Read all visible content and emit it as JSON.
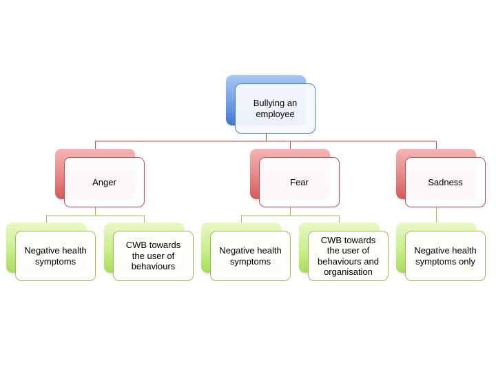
{
  "diagram": {
    "root": {
      "label": "Bullying an employee"
    },
    "emotions": [
      {
        "label": "Anger",
        "outcomes": [
          {
            "label": "Negative health symptoms"
          },
          {
            "label": "CWB towards the user of behaviours"
          }
        ]
      },
      {
        "label": "Fear",
        "outcomes": [
          {
            "label": "Negative health symptoms"
          },
          {
            "label": "CWB towards the user of behaviours and organisation"
          }
        ]
      },
      {
        "label": "Sadness",
        "outcomes": [
          {
            "label": "Negative health symptoms only"
          }
        ]
      }
    ],
    "colors": {
      "root": "#4f81bd",
      "emotion": "#c0504d",
      "outcome": "#9bbb59"
    }
  }
}
